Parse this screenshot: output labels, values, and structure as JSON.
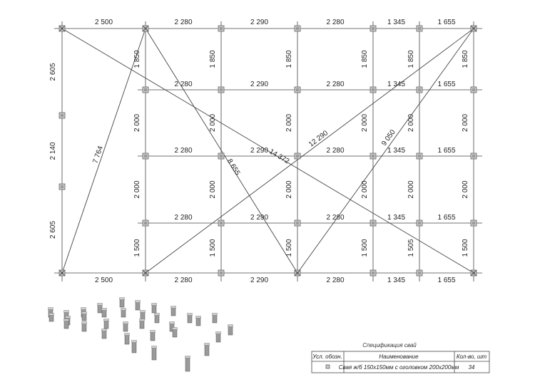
{
  "top_dims": [
    "2 500",
    "2 280",
    "2 290",
    "2 280",
    "1 345",
    "1 655"
  ],
  "bottom_dims": [
    "2 500",
    "2 280",
    "2 290",
    "2 280",
    "1 345",
    "1 655"
  ],
  "row_dims": [
    [
      "2 280",
      "2 290",
      "2 280",
      "1 345",
      "1 655"
    ],
    [
      "2 280",
      "2 290",
      "2 280",
      "1 345",
      "1 655"
    ],
    [
      "2 280",
      "2 290",
      "2 280",
      "1 345",
      "1 655"
    ]
  ],
  "left_dims": [
    "2 605",
    "2 140",
    "2 605"
  ],
  "col_dims": [
    [
      "1 850",
      "2 000",
      "2 000",
      "1 500"
    ],
    [
      "1 850",
      "2 000",
      "2 000",
      "1 500"
    ],
    [
      "1 850",
      "2 000",
      "2 000",
      "1 500"
    ],
    [
      "1 850",
      "2 000",
      "2 000",
      "1 500"
    ],
    [
      "1 850",
      "2 000",
      "2 000",
      "1 505"
    ],
    [
      "1 850",
      "2 000",
      "2 000",
      "1 500"
    ]
  ],
  "diagonals": [
    "7 764",
    "8 655",
    "14 372",
    "12 290",
    "9 050"
  ],
  "spec": {
    "title": "Спецификация свай",
    "headers": [
      "Усл. обозн.",
      "Наименование",
      "Кол-во, шт"
    ],
    "row": {
      "name": "Свая ж/б 150х150мм с оголовком 200х200мм",
      "qty": "34"
    }
  },
  "colors": {
    "line": "#444444",
    "pile_fill": "#c8c8c8",
    "pile_border": "#666666"
  }
}
